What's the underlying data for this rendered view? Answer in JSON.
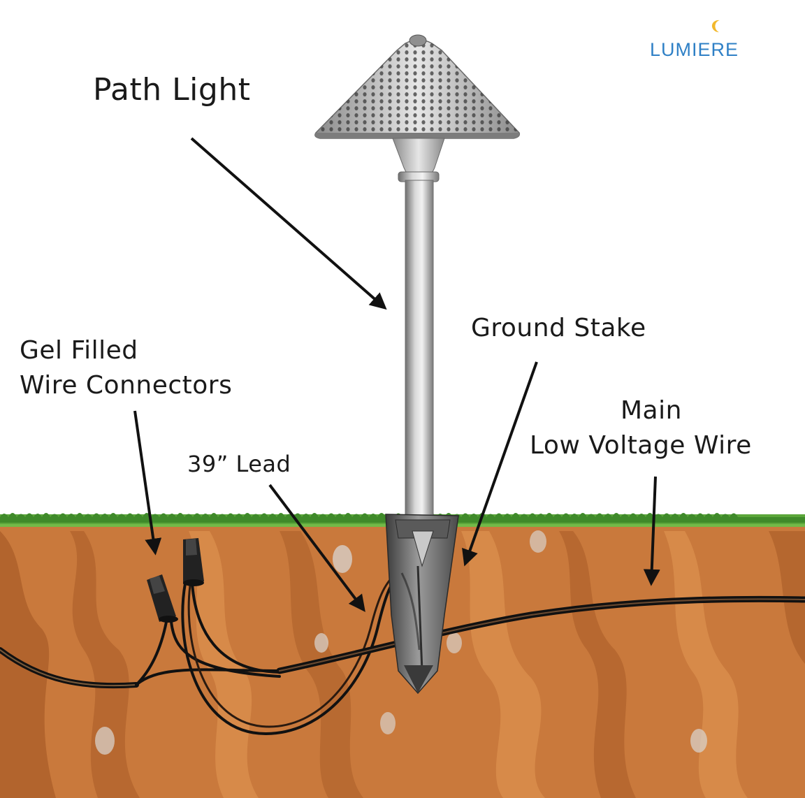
{
  "logo": {
    "text": "LUMIERE",
    "color": "#2f80c6",
    "accent_color": "#f2b82c",
    "icon": "crescent-moon-icon"
  },
  "labels": {
    "path_light": "Path Light",
    "ground_stake": "Ground Stake",
    "gel_connectors_line1": "Gel Filled",
    "gel_connectors_line2": "Wire Connectors",
    "lead": "39” Lead",
    "main_wire_line1": "Main",
    "main_wire_line2": "Low Voltage Wire"
  },
  "colors": {
    "soil": "#c9793c",
    "soil_dark": "#a85b26",
    "soil_light": "#db8f4c",
    "grass": "#5ba63a",
    "wire": "#111111",
    "fixture": "#9a9a9a"
  }
}
